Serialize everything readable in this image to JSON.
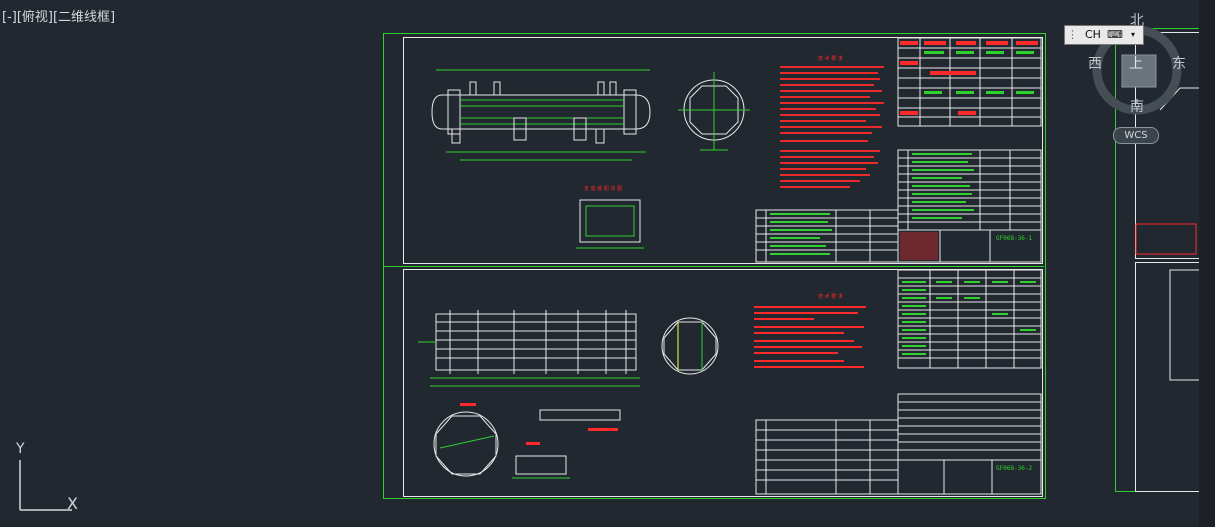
{
  "viewport": {
    "label": "[-][俯视][二维线框]"
  },
  "ucs": {
    "y": "Y",
    "x": "X"
  },
  "navcube": {
    "north": "北",
    "south": "南",
    "east": "东",
    "west": "西",
    "top": "上",
    "wcs": "WCS"
  },
  "ime": {
    "label": "CH"
  },
  "sheets": {
    "upper_dwg": "GF068-36-1",
    "lower_dwg": "GF068-36-2",
    "upper_note_title": "技 术 要 求",
    "lower_note_title": "技 术 要 求"
  },
  "colors": {
    "background": "#212830",
    "frame": "#2fd12f",
    "border": "#e8e8e8",
    "notes": "#ff2a2a"
  }
}
